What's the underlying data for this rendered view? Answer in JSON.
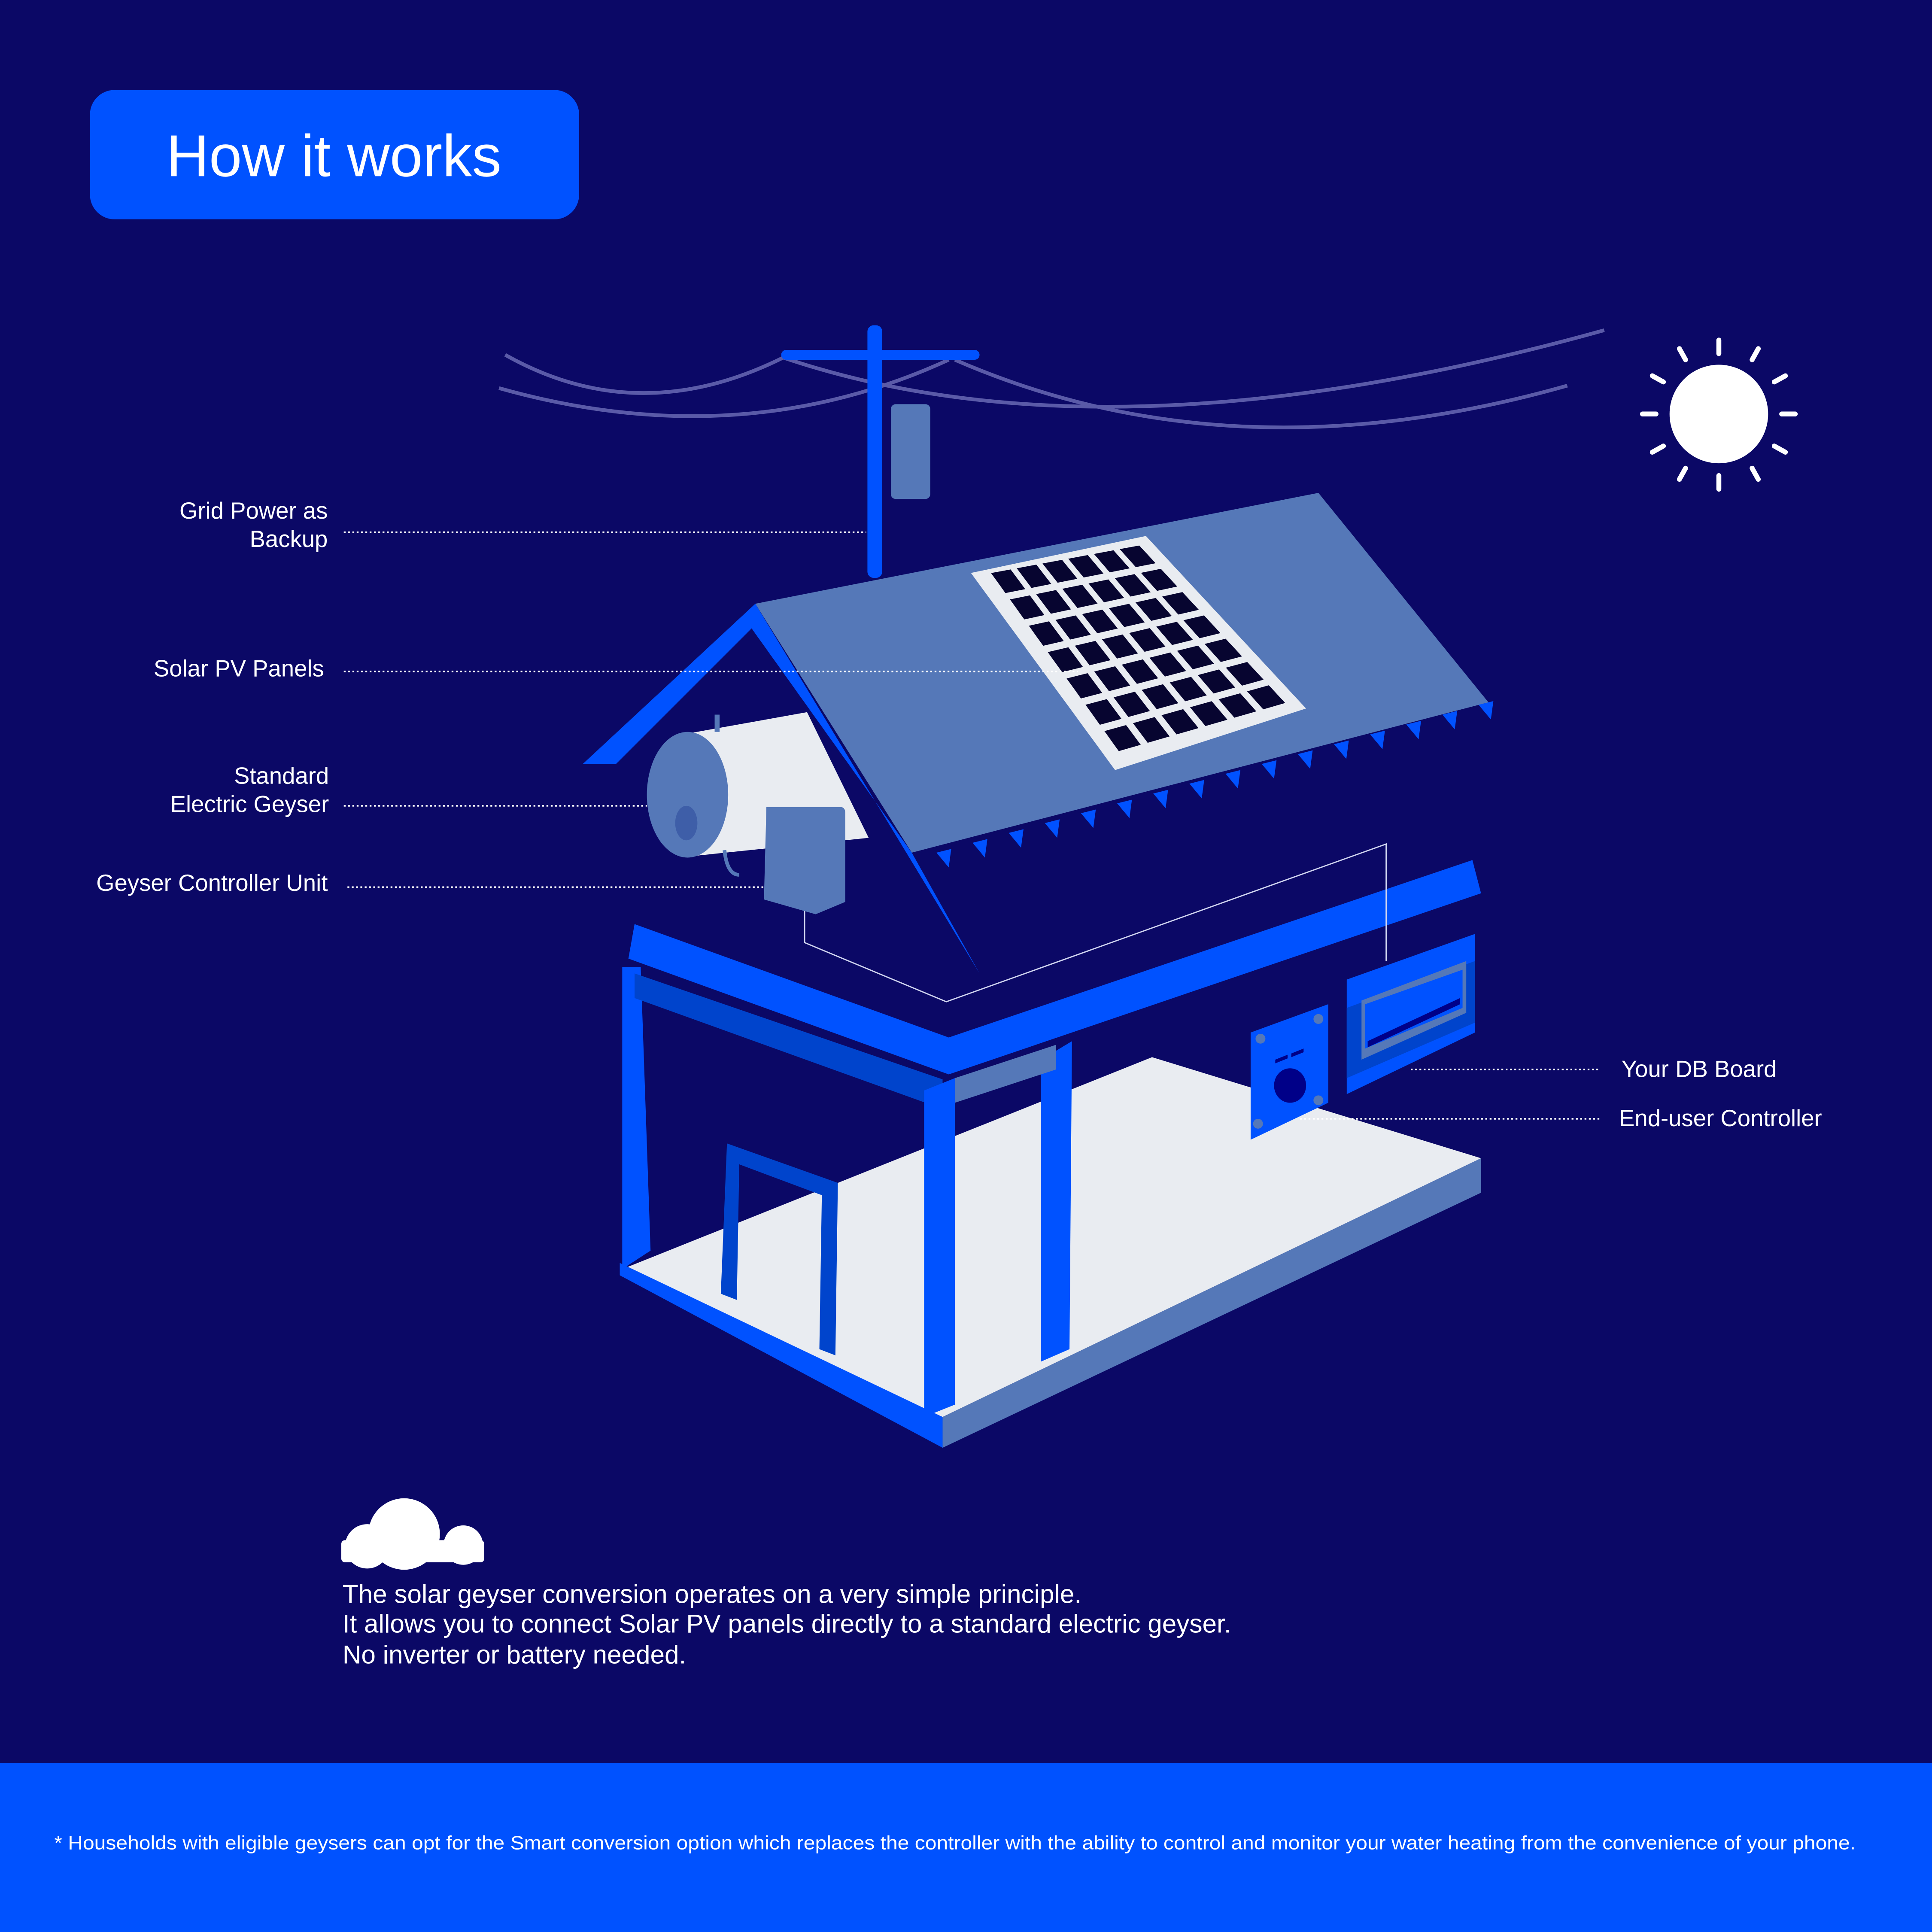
{
  "header": {
    "title": "How it works"
  },
  "labels": {
    "grid_power_line1": "Grid Power as",
    "grid_power_line2": "Backup",
    "solar_pv": "Solar PV Panels",
    "geyser_line1": "Standard",
    "geyser_line2": "Electric Geyser",
    "controller_unit": "Geyser Controller Unit",
    "db_board": "Your DB Board",
    "end_user_controller": "End-user Controller"
  },
  "description": {
    "line1": "The solar geyser conversion operates on a very simple principle.",
    "line2": "It allows you to connect Solar PV panels directly to a standard electric geyser.",
    "line3": "No inverter or battery needed."
  },
  "footer": {
    "note": "* Households with eligible geysers can opt for the Smart conversion option which replaces the controller with the ability to control and monitor your water heating from the convenience of your phone."
  },
  "colors": {
    "background": "#0b0866",
    "accent": "#0052ff",
    "roof": "#5578b8",
    "floor": "#e9ecf1"
  },
  "icons": [
    "sun-icon",
    "cloud-icon"
  ]
}
